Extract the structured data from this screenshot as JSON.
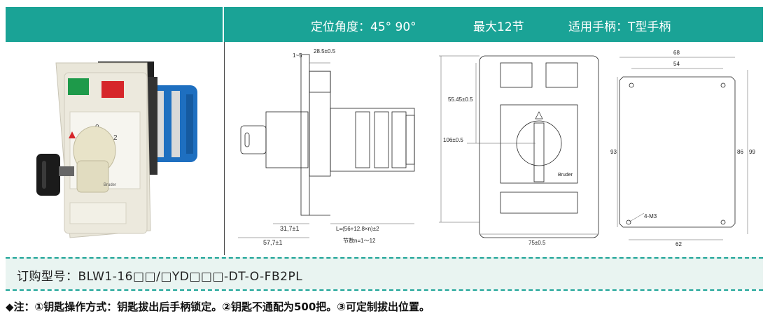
{
  "header": {
    "angle": "定位角度：45°  90°",
    "max_sections": "最大12节",
    "handle": "适用手柄：T型手柄"
  },
  "photo": {
    "brand": "Bruder",
    "position_0": "0",
    "position_2": "2"
  },
  "side_view": {
    "dim_1_5": "1~5",
    "dim_28_5": "28.5±0.5",
    "dim_31_7": "31,7±1",
    "dim_57_7": "57,7±1",
    "dim_L": "L=(56+12.8×n)±2",
    "sections": "节数n=1～12"
  },
  "front_view": {
    "dim_55_45": "55.45±0.5",
    "dim_106": "106±0.5",
    "dim_75": "75±0.5",
    "brand": "Bruder"
  },
  "mount_view": {
    "dim_68": "68",
    "dim_54": "54",
    "dim_93": "93",
    "dim_86": "86",
    "dim_99": "99",
    "dim_62": "62",
    "hole": "4-M3"
  },
  "order": {
    "text": "订购型号：BLW1-16□□/□YD□□□-DT-O-FB2PL"
  },
  "note": {
    "text": "◆注：①钥匙操作方式：钥匙拔出后手柄锁定。②钥匙不通配为500把。③可定制拔出位置。"
  },
  "colors": {
    "accent": "#1aa396",
    "order_bg": "#e9f4f1",
    "indicator_green": "#1e9a4a",
    "indicator_red": "#d6262a",
    "switch_blue": "#1e6fc0"
  }
}
